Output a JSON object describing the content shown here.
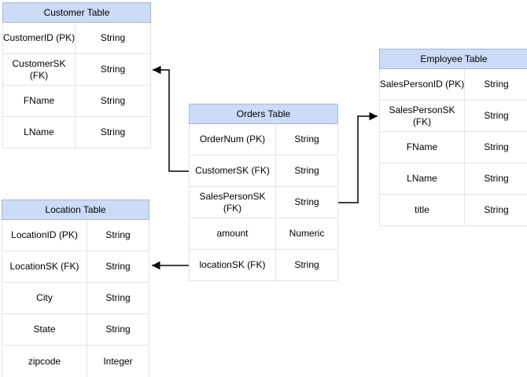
{
  "diagram": {
    "colors": {
      "header_fill": "#ccdcf7",
      "header_border": "#a3b8da",
      "cell_border": "#e3e3e3",
      "connector": "#000000"
    },
    "tables": {
      "customer": {
        "title": "Customer Table",
        "rows": [
          {
            "field": "CustomerID (PK)",
            "type": "String"
          },
          {
            "field": "CustomerSK\n(FK)",
            "type": "String"
          },
          {
            "field": "FName",
            "type": "String"
          },
          {
            "field": "LName",
            "type": "String"
          }
        ]
      },
      "orders": {
        "title": "Orders Table",
        "rows": [
          {
            "field": "OrderNum (PK)",
            "type": "String"
          },
          {
            "field": "CustomerSK (FK)",
            "type": "String"
          },
          {
            "field": "SalesPersonSK\n(FK)",
            "type": "String"
          },
          {
            "field": "amount",
            "type": "Numeric"
          },
          {
            "field": "locationSK (FK)",
            "type": "String"
          }
        ]
      },
      "employee": {
        "title": "Employee Table",
        "rows": [
          {
            "field": "SalesPersonID (PK)",
            "type": "String"
          },
          {
            "field": "SalesPersonSK\n(FK)",
            "type": "String"
          },
          {
            "field": "FName",
            "type": "String"
          },
          {
            "field": "LName",
            "type": "String"
          },
          {
            "field": "title",
            "type": "String"
          }
        ]
      },
      "location": {
        "title": "Location Table",
        "rows": [
          {
            "field": "LocationID (PK)",
            "type": "String"
          },
          {
            "field": "LocationSK (FK)",
            "type": "String"
          },
          {
            "field": "City",
            "type": "String"
          },
          {
            "field": "State",
            "type": "String"
          },
          {
            "field": "zipcode",
            "type": "Integer"
          }
        ]
      }
    },
    "relations": [
      {
        "from": "Orders.CustomerSK (FK)",
        "to": "Customer.CustomerSK (FK)"
      },
      {
        "from": "Orders.SalesPersonSK (FK)",
        "to": "Employee.SalesPersonSK (FK)"
      },
      {
        "from": "Orders.locationSK (FK)",
        "to": "Location.LocationSK (FK)"
      }
    ]
  }
}
